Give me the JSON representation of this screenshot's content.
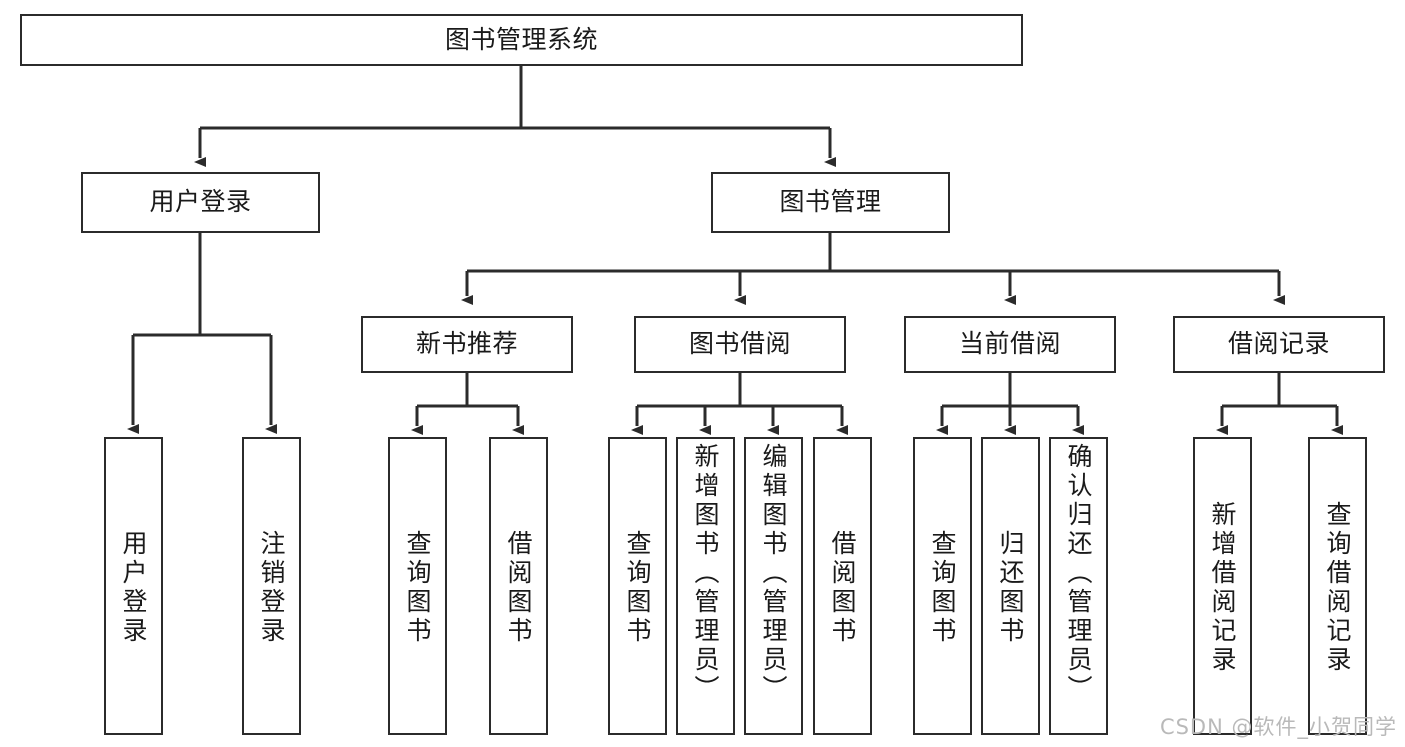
{
  "diagram": {
    "type": "hierarchy-tree",
    "title": "图书管理系统",
    "root": {
      "id": "root",
      "label": "图书管理系统"
    },
    "level2": [
      {
        "id": "user-login",
        "label": "用户登录"
      },
      {
        "id": "book-management",
        "label": "图书管理"
      }
    ],
    "level3": [
      {
        "id": "new-book-recommend",
        "label": "新书推荐",
        "parent": "book-management"
      },
      {
        "id": "book-borrow",
        "label": "图书借阅",
        "parent": "book-management"
      },
      {
        "id": "current-borrow",
        "label": "当前借阅",
        "parent": "book-management"
      },
      {
        "id": "borrow-record",
        "label": "借阅记录",
        "parent": "book-management"
      }
    ],
    "leaves": [
      {
        "id": "leaf-user-login",
        "label": "用户登录",
        "parent": "user-login"
      },
      {
        "id": "leaf-user-logout",
        "label": "注销登录",
        "parent": "user-login"
      },
      {
        "id": "leaf-query-book-1",
        "label": "查询图书",
        "parent": "new-book-recommend"
      },
      {
        "id": "leaf-borrow-book-1",
        "label": "借阅图书",
        "parent": "new-book-recommend"
      },
      {
        "id": "leaf-query-book-2",
        "label": "查询图书",
        "parent": "book-borrow"
      },
      {
        "id": "leaf-add-book",
        "label": "新增图书（管理员）",
        "parent": "book-borrow"
      },
      {
        "id": "leaf-edit-book",
        "label": "编辑图书（管理员）",
        "parent": "book-borrow"
      },
      {
        "id": "leaf-borrow-book-2",
        "label": "借阅图书",
        "parent": "book-borrow"
      },
      {
        "id": "leaf-query-book-3",
        "label": "查询图书",
        "parent": "current-borrow"
      },
      {
        "id": "leaf-return-book",
        "label": "归还图书",
        "parent": "current-borrow"
      },
      {
        "id": "leaf-confirm-return",
        "label": "确认归还（管理员）",
        "parent": "current-borrow"
      },
      {
        "id": "leaf-add-record",
        "label": "新增借阅记录",
        "parent": "borrow-record"
      },
      {
        "id": "leaf-query-record",
        "label": "查询借阅记录",
        "parent": "borrow-record"
      }
    ],
    "watermark": "CSDN @软件_小贺同学",
    "colors": {
      "stroke": "#2b2b2b",
      "fill": "#ffffff",
      "text": "#1a1a1a",
      "watermark": "#b9b9b9"
    }
  }
}
